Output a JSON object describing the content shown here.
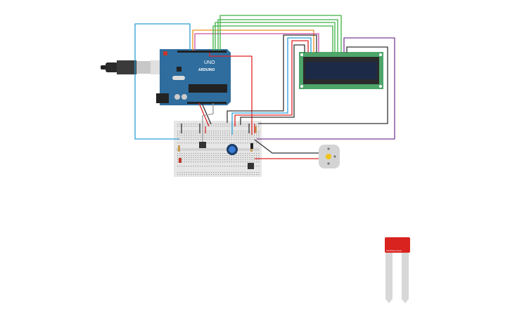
{
  "arduino": {
    "model": "UNO",
    "brand": "ARDUINO"
  },
  "soil_sensor": {
    "label": "Soil Moisture Sensor"
  },
  "colors": {
    "arduino_board": "#2e6d9e",
    "lcd_pcb": "#4ea56a",
    "lcd_screen": "#1c2a48",
    "sensor_pcb": "#d9231f",
    "wire_blue": "#2a9fd6",
    "wire_green": "#3cb043",
    "wire_orange": "#f0901e",
    "wire_pink": "#c94fa6",
    "wire_red": "#e02424",
    "wire_black": "#333333",
    "wire_purple": "#7a3f95"
  }
}
